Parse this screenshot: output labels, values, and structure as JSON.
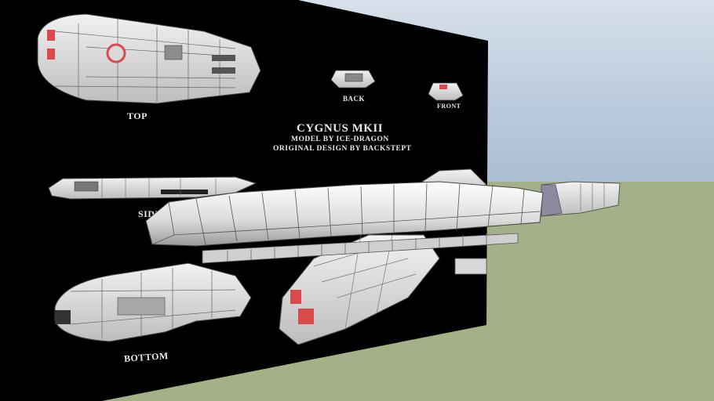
{
  "board": {
    "title": "CYGNUS MKII",
    "credit_model": "MODEL BY ICE-DRAGON",
    "credit_design": "ORIGINAL DESIGN BY BACKSTEPT",
    "views": {
      "top": "TOP",
      "back": "BACK",
      "front": "FRONT",
      "side": "SIDE",
      "bottom": "BOTTOM"
    }
  },
  "colors": {
    "board": "#000000",
    "hull": "#e6e6e6",
    "hull_shade": "#bdbdbd",
    "panel_line": "#555555",
    "accent_red": "#d94a4a",
    "sky": "#c3d1e1",
    "ground": "#a3b088"
  }
}
